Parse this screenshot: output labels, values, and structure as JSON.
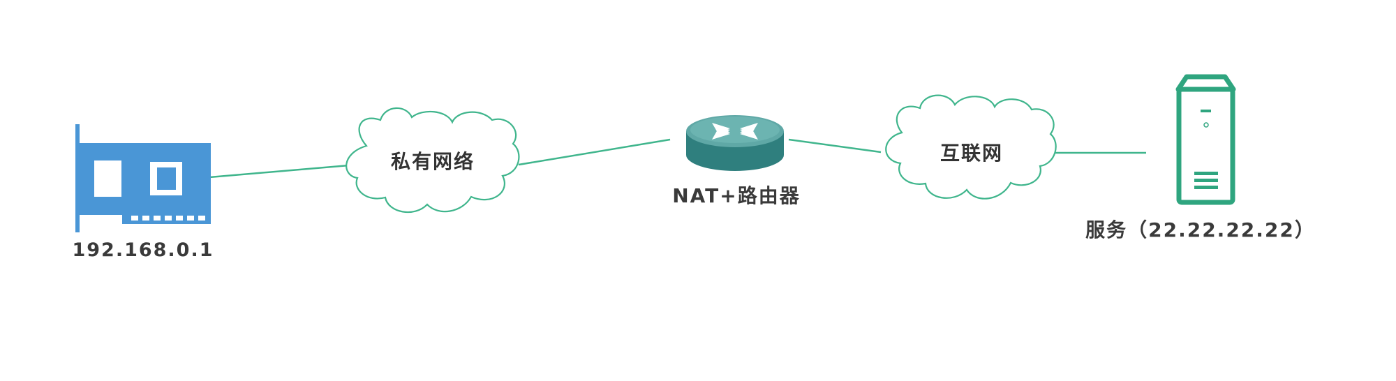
{
  "nodes": {
    "pc": {
      "label": "192.168.0.1"
    },
    "private_network": {
      "label": "私有网络"
    },
    "router": {
      "label": "NAT+路由器"
    },
    "internet": {
      "label": "互联网"
    },
    "server": {
      "label": "服务（22.22.22.22）"
    }
  },
  "colors": {
    "link": "#3fb58c",
    "nic_card": "#4a96d6",
    "router_top": "#5fa8a6",
    "router_side": "#2f7f7e",
    "server": "#2fa57f",
    "cloud_stroke": "#3fb58c",
    "text": "#3a3a3a"
  },
  "icons": {
    "pc": "network-card-icon",
    "router": "router-icon",
    "server": "server-icon",
    "clouds": "cloud-icon"
  }
}
